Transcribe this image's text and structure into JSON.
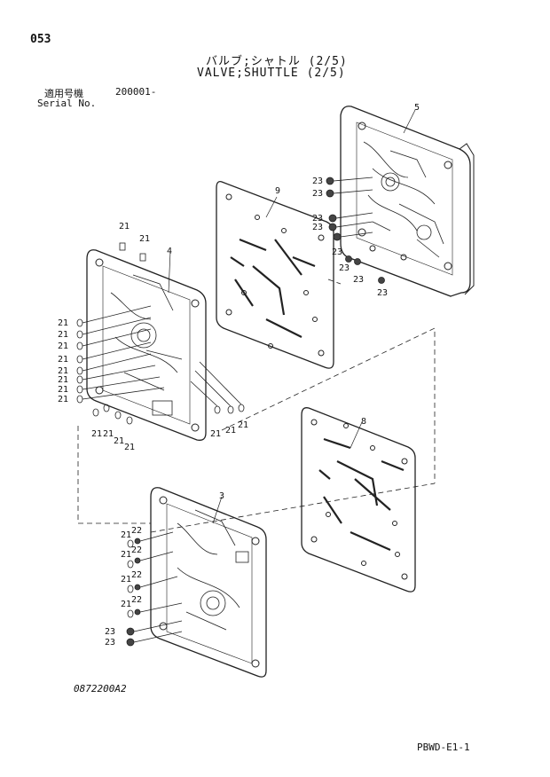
{
  "page_number": "053",
  "title_jp": "バルブ;シャトル (2/5)",
  "title_en": "VALVE;SHUTTLE (2/5)",
  "serial_label_jp": "適用号機",
  "serial_value": "200001-",
  "serial_label_en": "Serial No.",
  "drawing_code": "0872200A2",
  "sheet_code": "PBWD-E1-1",
  "part_labels": {
    "p3": "3",
    "p4": "4",
    "p5": "5",
    "p8": "8",
    "p9": "9",
    "p21": "21",
    "p22": "22",
    "p23": "23"
  }
}
